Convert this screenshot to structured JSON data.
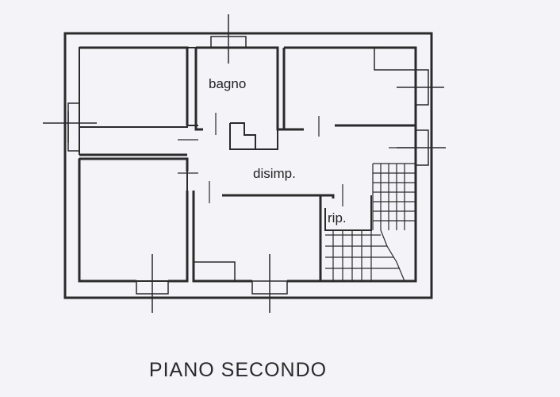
{
  "plan": {
    "rooms": {
      "bagno": "bagno",
      "disimp": "disimp.",
      "rip": "rip."
    },
    "caption": "PIANO SECONDO"
  },
  "colors": {
    "background": "#f4f4f8",
    "line": "#2a2a2a"
  }
}
